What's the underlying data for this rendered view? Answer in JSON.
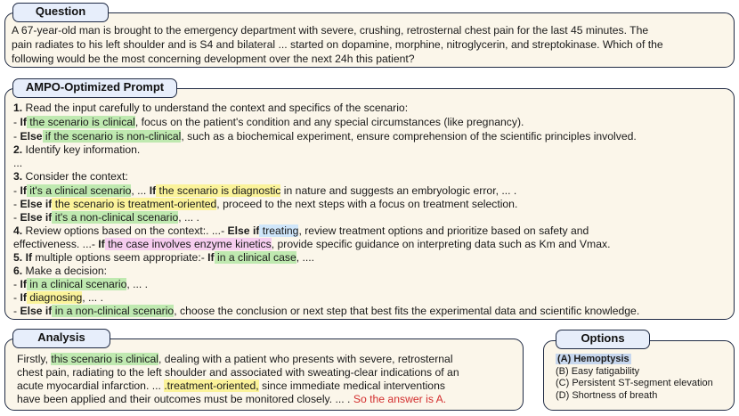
{
  "question": {
    "title": "Question",
    "lines": [
      "A 67-year-old man is brought to the emergency department with severe, crushing, retrosternal chest pain for the last 45 minutes. The",
      "pain radiates to his left shoulder and is S4 and bilateral ... started on dopamine, morphine, nitroglycerin, and streptokinase. Which of the",
      "following would be the most concerning development over the next 24h this patient?"
    ]
  },
  "prompt": {
    "title": "AMPO-Optimized Prompt",
    "l1": {
      "num": "1.",
      "text": " Read the input carefully to understand the context and specifics of the scenario:"
    },
    "l2": {
      "pre": "- ",
      "kw": "If",
      "hl": " the scenario is clinical",
      "post": ", focus on the patient's condition and any special circumstances (like pregnancy)."
    },
    "l3": {
      "pre": "- ",
      "kw": "Else",
      "hl": " if the scenario is non-clinical",
      "post": ", such as a biochemical experiment, ensure comprehension of the scientific principles involved."
    },
    "l4": {
      "num": "2.",
      "text": " Identify key information."
    },
    "l5": {
      "text": "..."
    },
    "l6": {
      "num": "3.",
      "text": " Consider the context:"
    },
    "l7": {
      "pre": "- ",
      "kw": "If",
      "hl1": " it's a clinical scenario",
      "mid": ", ... ",
      "kw2": "If",
      "hl2": " the scenario is diagnostic",
      "post": " in nature and suggests an embryologic error, ... ."
    },
    "l8": {
      "pre": "- ",
      "kw": "Else if",
      "hl": " the scenario is treatment-oriented",
      "post": ", proceed to the next steps with a focus on treatment selection."
    },
    "l9": {
      "pre": "- ",
      "kw": "Else if",
      "hl": " it's a non-clinical scenario",
      "post": ", ... ."
    },
    "l10": {
      "num": "4.",
      "text": " Review options based on the context:. ...- ",
      "kw": "Else if",
      "hl": " treating",
      "post": ", review treatment options and prioritize based on safety and"
    },
    "l11": {
      "pre": "effectiveness. ...- ",
      "kw": "If",
      "hl": " the case involves enzyme kinetics",
      "post": ", provide specific guidance on interpreting data such as Km and Vmax."
    },
    "l12": {
      "num": "5.",
      "kw": "If",
      "pre": " multiple options seem appropriate:- ",
      "hl": " in a clinical case",
      "post": ", ...."
    },
    "l13": {
      "num": "6.",
      "text": " Make a decision:"
    },
    "l14": {
      "pre": "- ",
      "kw": "If",
      "hl": " in a clinical scenario",
      "post": ", ... ."
    },
    "l15": {
      "pre": "- ",
      "kw": "If",
      "hl": " diagnosing",
      "post": ", ... ."
    },
    "l16": {
      "pre": "- ",
      "kw": "Else if",
      "hl": " in a non-clinical scenario",
      "post": ", choose the conclusion or next step that best fits the experimental data and scientific knowledge."
    }
  },
  "analysis": {
    "title": "Analysis",
    "a1": {
      "pre": "Firstly, ",
      "hl": "this scenario is clinical",
      "post": ", dealing with a patient who presents with severe, retrosternal"
    },
    "a2": {
      "text": "chest pain, radiating to the left shoulder and associated with sweating-clear indications of an"
    },
    "a3": {
      "pre": "acute myocardial infarction. ... ",
      "hl": ".treatment-oriented,",
      "post": " since immediate medical interventions"
    },
    "a4": {
      "pre": "have been applied and their outcomes must be monitored closely. ... . ",
      "red": "So the answer is A."
    }
  },
  "options": {
    "title": "Options",
    "items": [
      "(A) Hemoptysis",
      "(B) Easy fatigability",
      "(C) Persistent ST-segment elevation",
      "(D) Shortness of breath"
    ],
    "selected_index": 0
  },
  "colors": {
    "panel_bg": "#fbf6ea",
    "tag_bg": "#e7eefb",
    "border": "#1f2a44",
    "highlight_green": "#bfe9b0",
    "highlight_yellow": "#fbf39a",
    "highlight_blue": "#cfe6fa",
    "highlight_pink": "#f6cdef",
    "answer_red": "#d32f2f"
  }
}
